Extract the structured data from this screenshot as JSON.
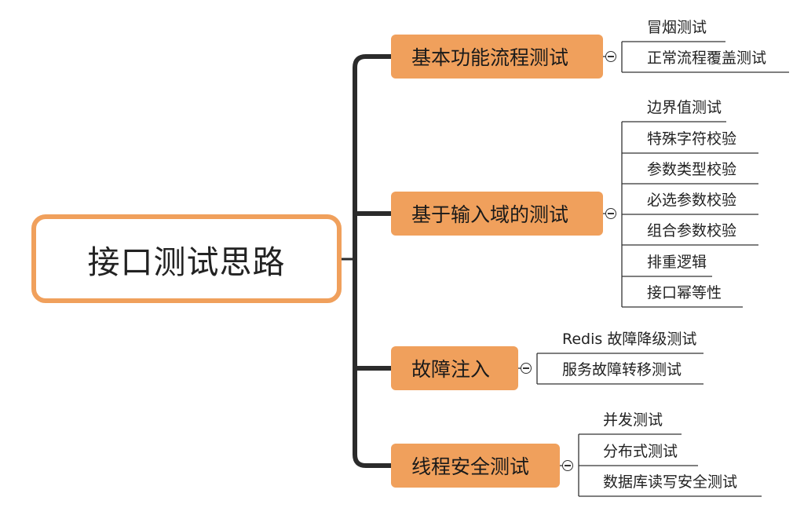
{
  "root": {
    "label": "接口测试思路"
  },
  "branches": [
    {
      "label": "基本功能流程测试",
      "children": [
        "冒烟测试",
        "正常流程覆盖测试"
      ]
    },
    {
      "label": "基于输入域的测试",
      "children": [
        "边界值测试",
        "特殊字符校验",
        "参数类型校验",
        "必选参数校验",
        "组合参数校验",
        "排重逻辑",
        "接口幂等性"
      ]
    },
    {
      "label": "故障注入",
      "children": [
        "Redis 故障降级测试",
        "服务故障转移测试"
      ]
    },
    {
      "label": "线程安全测试",
      "children": [
        "并发测试",
        "分布式测试",
        "数据库读写安全测试"
      ]
    }
  ],
  "colors": {
    "branch_fill": "#F0A05C",
    "root_border": "#F0A05C",
    "trunk": "#2b2b2b",
    "leaf_line": "#333333"
  }
}
